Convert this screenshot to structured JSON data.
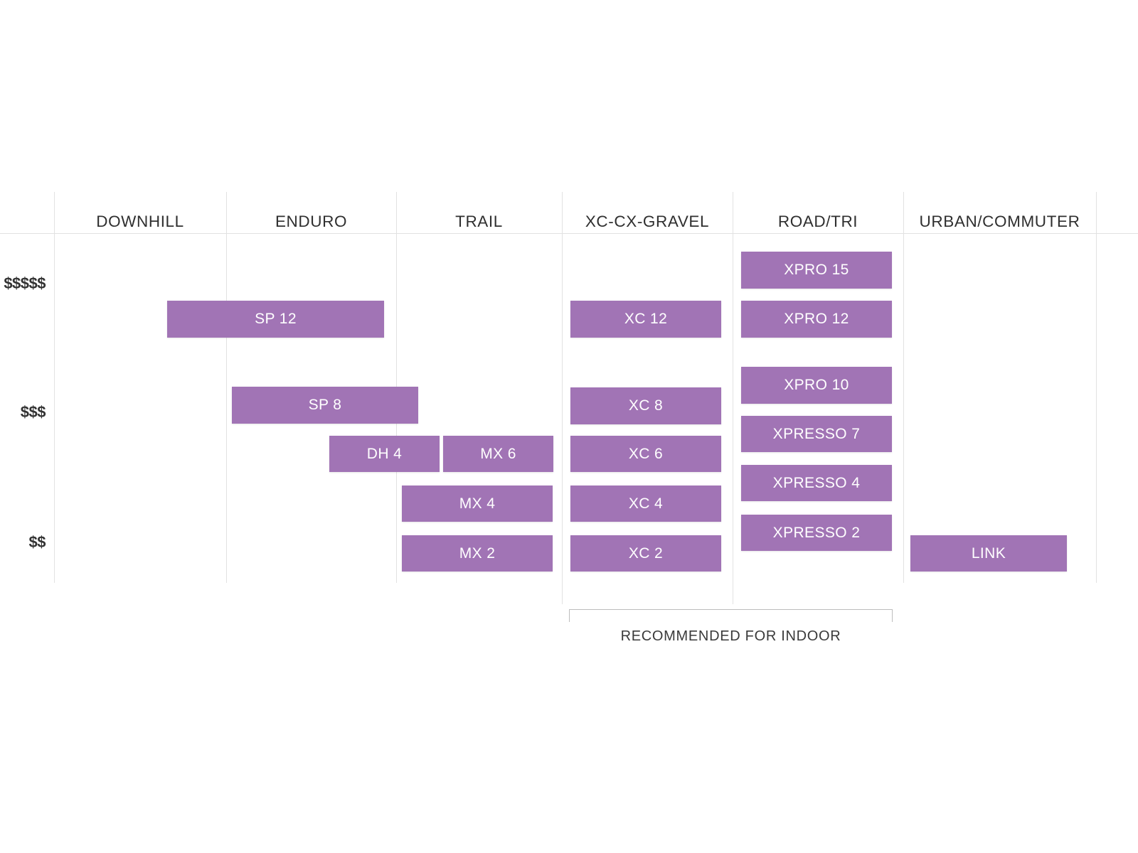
{
  "chart_data": {
    "type": "table",
    "title": "",
    "subtitle": "",
    "xlabel": "",
    "ylabel": "",
    "grid": true,
    "legend": "none",
    "accent_color": "#a174b5",
    "gridline_color": "#e2e2e2",
    "text_color": "#2f2f2f",
    "categories": [
      "DOWNHILL",
      "ENDURO",
      "TRAIL",
      "XC-CX-GRAVEL",
      "ROAD/TRI",
      "URBAN/COMMUTER"
    ],
    "price_tiers": [
      "$$$$$",
      "$$$",
      "$$"
    ],
    "annotations": [
      {
        "text": "RECOMMENDED FOR INDOOR",
        "spans_categories": [
          "XC-CX-GRAVEL",
          "ROAD/TRI"
        ]
      }
    ],
    "items": [
      {
        "label": "SP 12",
        "categories": [
          "DOWNHILL",
          "ENDURO"
        ],
        "price_tier": "$$$$$"
      },
      {
        "label": "XC 12",
        "categories": [
          "XC-CX-GRAVEL"
        ],
        "price_tier": "$$$$$"
      },
      {
        "label": "XPRO 15",
        "categories": [
          "ROAD/TRI"
        ],
        "price_tier": "$$$$$"
      },
      {
        "label": "XPRO 12",
        "categories": [
          "ROAD/TRI"
        ],
        "price_tier": "$$$$$"
      },
      {
        "label": "SP 8",
        "categories": [
          "ENDURO",
          "TRAIL"
        ],
        "price_tier": "$$$"
      },
      {
        "label": "XC 8",
        "categories": [
          "XC-CX-GRAVEL"
        ],
        "price_tier": "$$$"
      },
      {
        "label": "XPRO 10",
        "categories": [
          "ROAD/TRI"
        ],
        "price_tier": "$$$"
      },
      {
        "label": "XPRESSO 7",
        "categories": [
          "ROAD/TRI"
        ],
        "price_tier": "$$$"
      },
      {
        "label": "DH 4",
        "categories": [
          "ENDURO",
          "TRAIL"
        ],
        "price_tier": "$$$"
      },
      {
        "label": "MX 6",
        "categories": [
          "TRAIL"
        ],
        "price_tier": "$$$"
      },
      {
        "label": "XC 6",
        "categories": [
          "XC-CX-GRAVEL"
        ],
        "price_tier": "$$$"
      },
      {
        "label": "XPRESSO 4",
        "categories": [
          "ROAD/TRI"
        ],
        "price_tier": "$$$"
      },
      {
        "label": "MX 4",
        "categories": [
          "TRAIL"
        ],
        "price_tier": "$$"
      },
      {
        "label": "XC 4",
        "categories": [
          "XC-CX-GRAVEL"
        ],
        "price_tier": "$$"
      },
      {
        "label": "XPRESSO 2",
        "categories": [
          "ROAD/TRI"
        ],
        "price_tier": "$$"
      },
      {
        "label": "MX 2",
        "categories": [
          "TRAIL"
        ],
        "price_tier": "$$"
      },
      {
        "label": "XC 2",
        "categories": [
          "XC-CX-GRAVEL"
        ],
        "price_tier": "$$"
      },
      {
        "label": "LINK",
        "categories": [
          "URBAN/COMMUTER"
        ],
        "price_tier": "$$"
      }
    ]
  },
  "headers": [
    {
      "label": "DOWNHILL"
    },
    {
      "label": "ENDURO"
    },
    {
      "label": "TRAIL"
    },
    {
      "label": "XC-CX-GRAVEL"
    },
    {
      "label": "ROAD/TRI"
    },
    {
      "label": "URBAN/COMMUTER"
    }
  ],
  "price_axis": [
    {
      "label": "$$$$$"
    },
    {
      "label": "$$$"
    },
    {
      "label": "$$"
    }
  ],
  "bars": [
    {
      "label": "SP 12"
    },
    {
      "label": "XPRO 15"
    },
    {
      "label": "XC 12"
    },
    {
      "label": "XPRO 12"
    },
    {
      "label": "SP 8"
    },
    {
      "label": "XC 8"
    },
    {
      "label": "XPRO 10"
    },
    {
      "label": "DH 4"
    },
    {
      "label": "MX 6"
    },
    {
      "label": "XC 6"
    },
    {
      "label": "XPRESSO 7"
    },
    {
      "label": "MX 4"
    },
    {
      "label": "XC 4"
    },
    {
      "label": "XPRESSO 4"
    },
    {
      "label": "MX 2"
    },
    {
      "label": "XC 2"
    },
    {
      "label": "XPRESSO 2"
    },
    {
      "label": "LINK"
    }
  ],
  "indoor": {
    "caption": "RECOMMENDED FOR INDOOR"
  }
}
